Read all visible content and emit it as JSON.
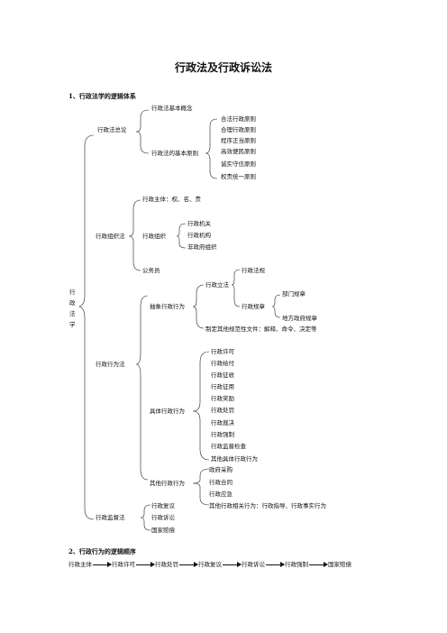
{
  "doc": {
    "title": "行政法及行政诉讼法",
    "section1": "1、行政法学的逻辑体系",
    "section2": "2、行政行为的逻辑顺序"
  },
  "tree": {
    "root": [
      "行",
      "政",
      "法",
      "学"
    ],
    "gen": {
      "label": "行政法总论",
      "concept": "行政法基本概念",
      "principles_label": "行政法的基本原则",
      "principles": [
        "合法行政原则",
        "合理行政原则",
        "程序正当原则",
        "高效便民原则",
        "诚实守信原则",
        "权责统一原则"
      ]
    },
    "org": {
      "label": "行政组织法",
      "subject": "行政主体：权、名、责",
      "orgs_label": "行政组织",
      "orgs": [
        "行政机关",
        "行政机构",
        "非政府组织"
      ],
      "civil": "公务员"
    },
    "act": {
      "label": "行政行为法",
      "abstract": {
        "label": "抽象行政行为",
        "legislation": "行政立法",
        "regs": "行政法规",
        "rules_label": "行政规章",
        "rules": [
          "部门规章",
          "地方政府规章"
        ],
        "other": "制定其他规范性文件：解释、命令、决定等"
      },
      "concrete": {
        "label": "具体行政行为",
        "items": [
          "行政许可",
          "行政给付",
          "行政征收",
          "行政征用",
          "行政奖励",
          "行政处罚",
          "行政裁决",
          "行政强制",
          "行政监督检查",
          "其他具体行政行为"
        ]
      },
      "others": {
        "label": "其他行政行为",
        "items": [
          "政府采购",
          "行政合同",
          "行政应急",
          "其他行政相关行为：行政指导、行政事实行为"
        ]
      }
    },
    "sup": {
      "label": "行政监督法",
      "items": [
        "行政复议",
        "行政诉讼",
        "国家赔偿"
      ]
    }
  },
  "flow": [
    "行政主体",
    "行政许可",
    "行政处罚",
    "行政复议",
    "行政诉讼",
    "行政强制",
    "国家赔偿"
  ]
}
